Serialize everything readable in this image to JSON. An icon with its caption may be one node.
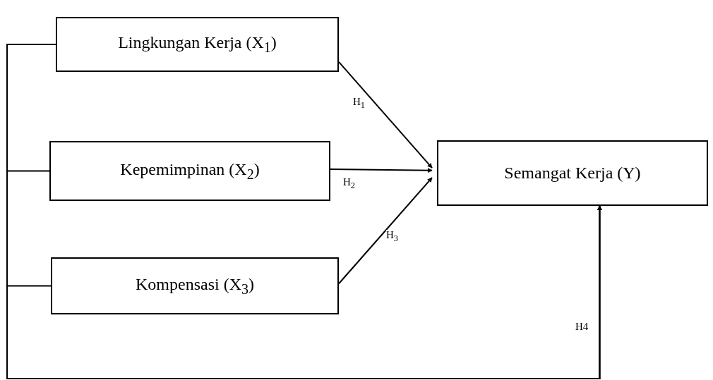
{
  "diagram": {
    "nodes": [
      {
        "text": [
          "Lingkungan Kerja (X$_{1}$)"
        ]
      },
      {
        "text": [
          "Kepemimpinan (X$_{2}$)"
        ]
      },
      {
        "text": [
          "Kompensasi (X$_{3}$)"
        ]
      },
      {
        "text": [
          "Semangat Kerja (Y)"
        ]
      }
    ],
    "edges": [
      {
        "from": 0,
        "to": 3,
        "arrow": "to",
        "label": "H$_{1}$"
      },
      {
        "from": 1,
        "to": 3,
        "arrow": "to",
        "label": "H$_{2}$"
      },
      {
        "from": 2,
        "to": 3,
        "arrow": "to",
        "label": "H$_{3}$"
      },
      {
        "from": 0,
        "to": 3,
        "arrow": "to",
        "label": "H4"
      },
      {
        "from": 1,
        "to": 3,
        "arrow": "to"
      },
      {
        "from": 2,
        "to": 3,
        "arrow": "to"
      }
    ]
  }
}
